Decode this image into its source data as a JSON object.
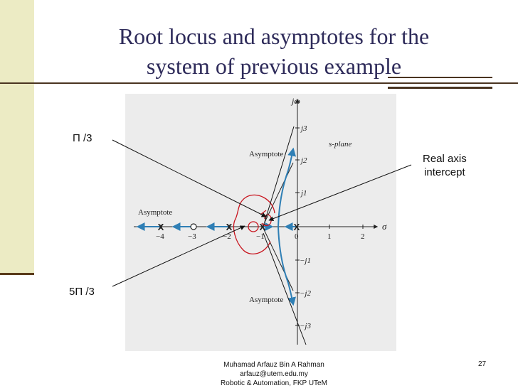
{
  "slide": {
    "title_line1": "Root locus and asymptotes for the",
    "title_line2": "system of previous example",
    "page_number": "27"
  },
  "footer": {
    "author": "Muhamad Arfauz Bin A Rahman",
    "email": "arfauz@utem.edu.my",
    "dept": "Robotic & Automation, FKP UTeM"
  },
  "callouts": {
    "angle_pi3": "Π /3",
    "angle_5pi3": "5Π /3",
    "real_axis_line1": "Real axis",
    "real_axis_line2": "intercept"
  },
  "figure": {
    "y_axis_label": "jω",
    "x_axis_label": "σ",
    "plane_label": "s-plane",
    "asymptote_label": "Asymptote",
    "x_ticks": [
      "−4",
      "−3",
      "−2",
      "−1",
      "0",
      "1",
      "2"
    ],
    "y_ticks_pos": [
      "j3",
      "j2",
      "j1"
    ],
    "y_ticks_neg": [
      "−j1",
      "−j2",
      "−j3"
    ],
    "pole_marker": "X",
    "colors": {
      "locus": "#2f7fb5",
      "hand_drawn": "#c8141e",
      "axes": "#222222"
    }
  }
}
